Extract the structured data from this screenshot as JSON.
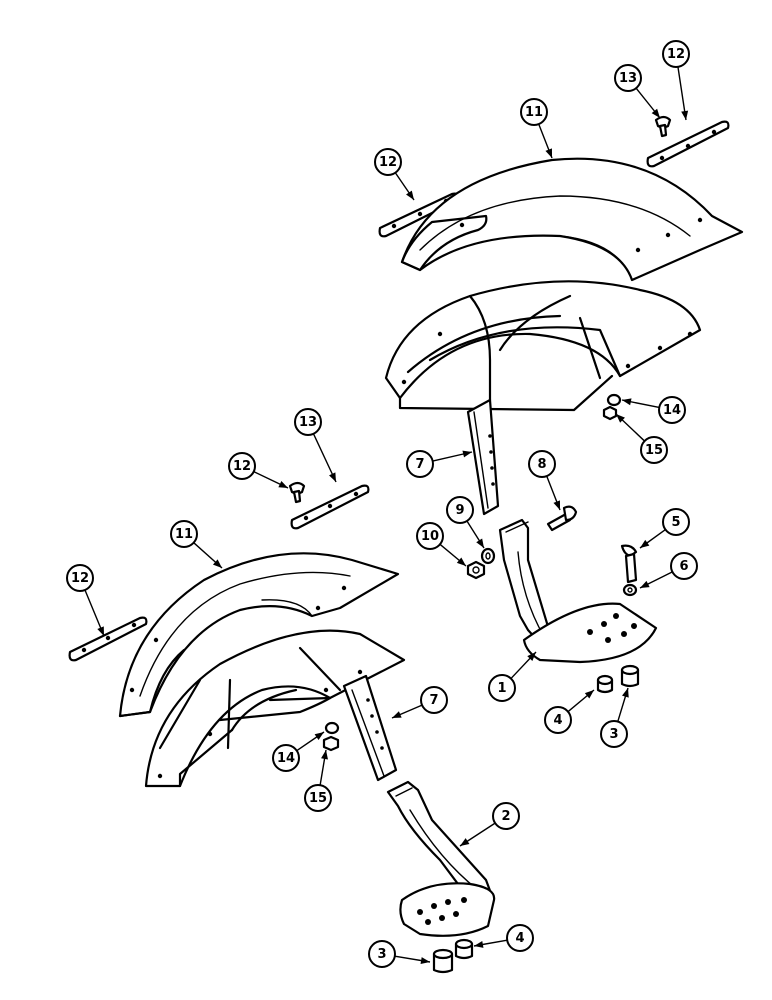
{
  "diagram": {
    "callouts": [
      {
        "label": "13"
      },
      {
        "label": "12"
      },
      {
        "label": "11"
      },
      {
        "label": "12"
      },
      {
        "label": "14"
      },
      {
        "label": "15"
      },
      {
        "label": "7"
      },
      {
        "label": "8"
      },
      {
        "label": "9"
      },
      {
        "label": "10"
      },
      {
        "label": "5"
      },
      {
        "label": "6"
      },
      {
        "label": "1"
      },
      {
        "label": "4"
      },
      {
        "label": "3"
      },
      {
        "label": "13"
      },
      {
        "label": "12"
      },
      {
        "label": "11"
      },
      {
        "label": "12"
      },
      {
        "label": "7"
      },
      {
        "label": "14"
      },
      {
        "label": "15"
      },
      {
        "label": "2"
      },
      {
        "label": "3"
      },
      {
        "label": "4"
      }
    ]
  }
}
